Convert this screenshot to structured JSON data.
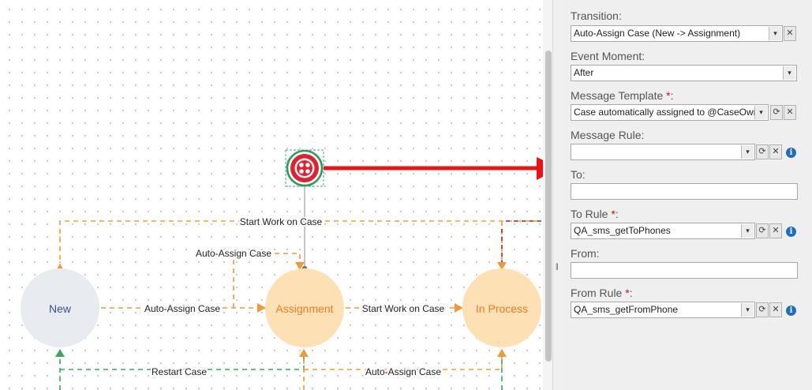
{
  "diagram": {
    "nodes": {
      "new": "New",
      "assignment": "Assignment",
      "in_process": "In Process"
    },
    "edges": {
      "start_work_top": "Start Work on Case",
      "auto_assign_loop": "Auto-Assign Case",
      "auto_assign_new": "Auto-Assign Case",
      "start_work_mid": "Start Work on Case",
      "restart_case": "Restart Case",
      "auto_assign_bottom": "Auto-Assign Case"
    },
    "colors": {
      "orange_edge": "#ef9a37",
      "green_edge": "#37a85e",
      "red_edge": "#b22222",
      "pointer_arrow": "#ee1111",
      "node_new_fill": "#e8ecf0",
      "node_state_fill": "#fde0b3",
      "node_new_text": "#3a4f8c",
      "node_state_text": "#ef7d22",
      "twilio_red": "#e2202f"
    },
    "icons": {
      "action": "twilio-logo-icon"
    }
  },
  "panel": {
    "transition": {
      "label": "Transition:",
      "value": "Auto-Assign Case (New -> Assignment)"
    },
    "event_moment": {
      "label": "Event Moment:",
      "value": "After"
    },
    "message_template": {
      "label": "Message Template",
      "required": "*",
      "colon": ":",
      "value": "Case automatically assigned to @CaseOwner"
    },
    "message_rule": {
      "label": "Message Rule:",
      "value": ""
    },
    "to": {
      "label": "To:",
      "value": ""
    },
    "to_rule": {
      "label": "To Rule",
      "required": "*",
      "colon": ":",
      "value": "QA_sms_getToPhones"
    },
    "from": {
      "label": "From:",
      "value": ""
    },
    "from_rule": {
      "label": "From Rule",
      "required": "*",
      "colon": ":",
      "value": "QA_sms_getFromPhone"
    },
    "icons": {
      "dropdown": "▾",
      "clear": "✕",
      "refresh": "⟳",
      "info": "i"
    }
  }
}
